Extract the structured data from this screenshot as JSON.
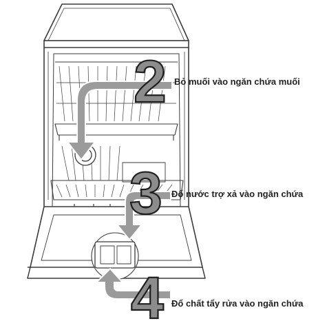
{
  "steps": [
    {
      "number": "2",
      "label": "Bỏ muối vào ngăn chứa muối"
    },
    {
      "number": "3",
      "label": "Đổ nước trợ xả vào ngăn chứa"
    },
    {
      "number": "4",
      "label": "Đổ chất tẩy rửa vào ngăn chứa"
    }
  ],
  "colors": {
    "outline": "#3a3a3a",
    "arrow_fill": "#9b9b9b",
    "arrow_stroke": "#ffffff",
    "numeral_fill": "#8c8c8c",
    "numeral_stroke": "#1e1e1e",
    "background": "#ffffff"
  }
}
